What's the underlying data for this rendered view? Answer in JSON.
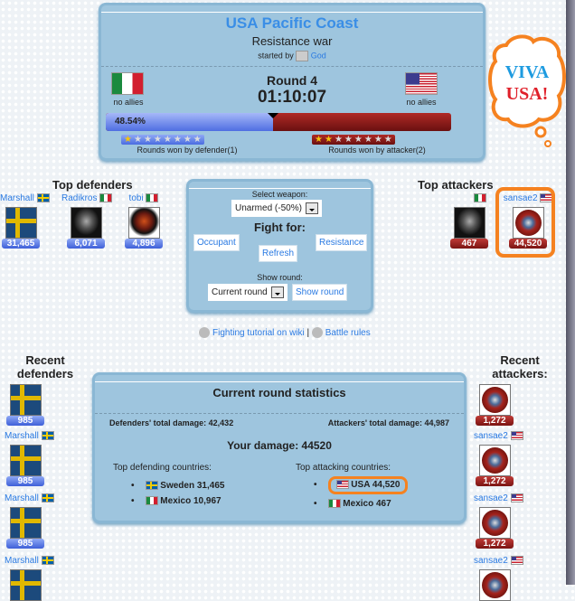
{
  "battle": {
    "region": "USA Pacific Coast",
    "type": "Resistance war",
    "started_by_label": "started by",
    "started_by": "God",
    "round": "Round 4",
    "timer": "01:10:07",
    "defender": {
      "allies": "no allies",
      "percent": "48.54%",
      "percent_value": 48.54,
      "rounds_won": "Rounds won by defender(1)",
      "stars_won": 1
    },
    "attacker": {
      "allies": "no allies",
      "rounds_won": "Rounds won by attacker(2)",
      "stars_won": 2
    }
  },
  "top_defenders": {
    "title": "Top defenders",
    "items": [
      {
        "name": "Marshall",
        "damage": "31,465"
      },
      {
        "name": "Radikros",
        "damage": "6,071"
      },
      {
        "name": "tobi",
        "damage": "4,896"
      }
    ]
  },
  "top_attackers": {
    "title": "Top attackers",
    "items": [
      {
        "name": "",
        "damage": "467"
      },
      {
        "name": "sansae2",
        "damage": "44,520"
      }
    ]
  },
  "controls": {
    "select_weapon_label": "Select weapon:",
    "weapon": "Unarmed (-50%)",
    "fight_for": "Fight for:",
    "occupant": "Occupant",
    "resistance": "Resistance",
    "refresh": "Refresh",
    "show_round_label": "Show round:",
    "round_select": "Current round",
    "show_round_button": "Show round"
  },
  "links": {
    "tutorial": "Fighting tutorial on wiki",
    "sep": "|",
    "rules": "Battle rules"
  },
  "recent_defenders": {
    "title": "Recent defenders",
    "items": [
      {
        "name": "",
        "damage": "985"
      },
      {
        "name": "Marshall",
        "damage": "985"
      },
      {
        "name": "Marshall",
        "damage": "985"
      },
      {
        "name": "Marshall",
        "damage": ""
      }
    ]
  },
  "recent_attackers": {
    "title": "Recent attackers:",
    "items": [
      {
        "name": "",
        "damage": "1,272"
      },
      {
        "name": "sansae2",
        "damage": "1,272"
      },
      {
        "name": "sansae2",
        "damage": "1,272"
      },
      {
        "name": "sansae2",
        "damage": ""
      }
    ]
  },
  "stats": {
    "title": "Current round statistics",
    "def_total": "Defenders' total damage: 42,432",
    "att_total": "Attackers' total damage: 44,987",
    "your_damage": "Your damage: 44520",
    "top_def_title": "Top defending countries:",
    "top_def": [
      "Sweden 31,465",
      "Mexico 10,967"
    ],
    "top_att_title": "Top attacking countries:",
    "top_att": [
      "USA 44,520",
      "Mexico 467"
    ]
  },
  "bubble": {
    "line1": "VIVA",
    "line2": "USA!",
    "color1": "#1e9be0",
    "color2": "#e0202a",
    "outline": "#f58220"
  }
}
